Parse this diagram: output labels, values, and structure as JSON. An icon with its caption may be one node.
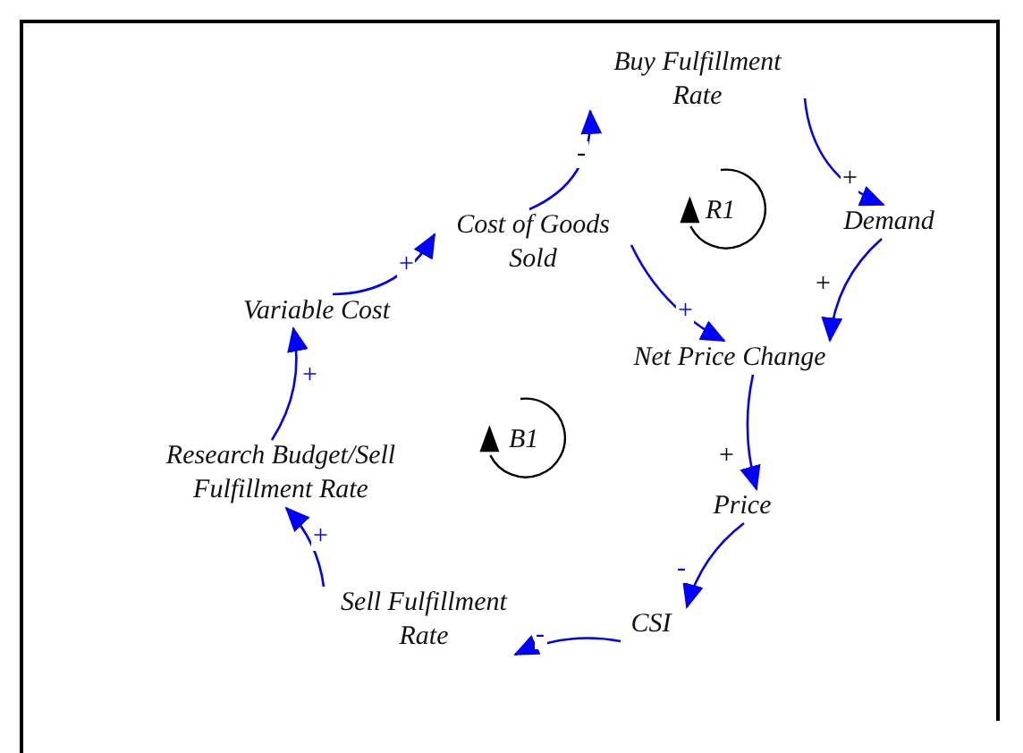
{
  "diagram": {
    "nodes": [
      {
        "text": [
          "Buy Fulfillment Rate"
        ]
      },
      {
        "text": [
          "Demand"
        ]
      },
      {
        "text": [
          "Cost of Goods Sold"
        ]
      },
      {
        "text": [
          "Net Price Change"
        ]
      },
      {
        "text": [
          "Variable Cost"
        ]
      },
      {
        "text": [
          "Research Budget/Sell Fulfillment Rate"
        ]
      },
      {
        "text": [
          "Price"
        ]
      },
      {
        "text": [
          "CSI"
        ]
      },
      {
        "text": [
          "Sell Fulfillment Rate"
        ]
      }
    ],
    "edges": [
      {
        "from": 2,
        "to": 0,
        "arrow": "to",
        "label": "-"
      },
      {
        "from": 0,
        "to": 1,
        "arrow": "to",
        "label": "+"
      },
      {
        "from": 1,
        "to": 3,
        "arrow": "to",
        "label": "+"
      },
      {
        "from": 2,
        "to": 3,
        "arrow": "to",
        "label": "+"
      },
      {
        "from": 3,
        "to": 6,
        "arrow": "to",
        "label": "+"
      },
      {
        "from": 6,
        "to": 7,
        "arrow": "to",
        "label": "-"
      },
      {
        "from": 7,
        "to": 8,
        "arrow": "to",
        "label": "-"
      },
      {
        "from": 8,
        "to": 5,
        "arrow": "to",
        "label": "+"
      },
      {
        "from": 5,
        "to": 4,
        "arrow": "to",
        "label": "+"
      },
      {
        "from": 4,
        "to": 2,
        "arrow": "to",
        "label": "+"
      }
    ],
    "labels": [
      "R1",
      "B1"
    ]
  }
}
